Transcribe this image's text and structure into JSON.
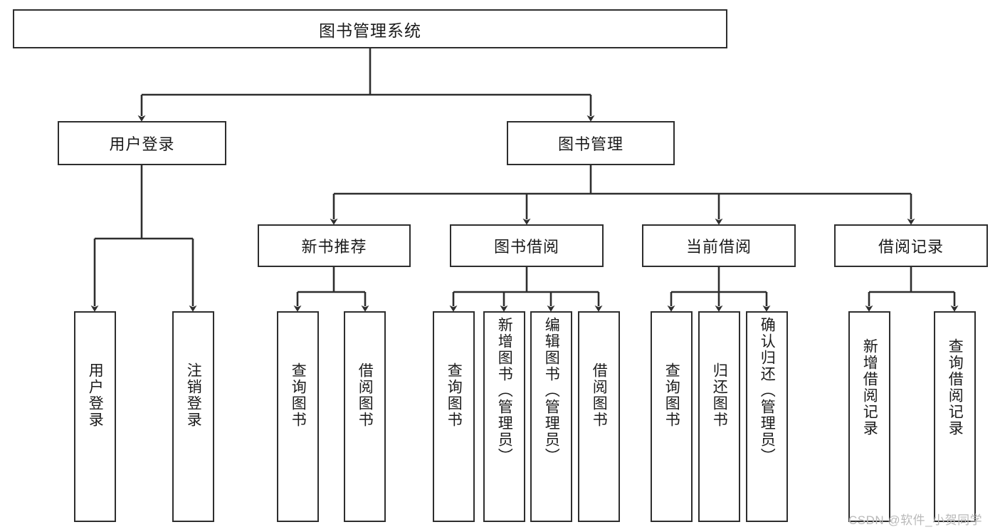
{
  "diagram": {
    "title": "图书管理系统",
    "type": "tree-hierarchy-chart",
    "root": {
      "id": "root",
      "label": "图书管理系统"
    },
    "level2": [
      {
        "id": "user-login",
        "label": "用户登录"
      },
      {
        "id": "book-management",
        "label": "图书管理"
      }
    ],
    "level3": [
      {
        "id": "new-book-recommend",
        "label": "新书推荐",
        "parent": "book-management"
      },
      {
        "id": "book-borrow",
        "label": "图书借阅",
        "parent": "book-management"
      },
      {
        "id": "current-borrow",
        "label": "当前借阅",
        "parent": "book-management"
      },
      {
        "id": "borrow-record",
        "label": "借阅记录",
        "parent": "book-management"
      }
    ],
    "leaves": [
      {
        "id": "leaf-user-login",
        "label": "用户登录",
        "parent": "user-login"
      },
      {
        "id": "leaf-logout-login",
        "label": "注销登录",
        "parent": "user-login"
      },
      {
        "id": "leaf-query-book-1",
        "label": "查询图书",
        "parent": "new-book-recommend"
      },
      {
        "id": "leaf-borrow-book-1",
        "label": "借阅图书",
        "parent": "new-book-recommend"
      },
      {
        "id": "leaf-query-book-2",
        "label": "查询图书",
        "parent": "book-borrow"
      },
      {
        "id": "leaf-add-book",
        "label": "新增图书（管理员）",
        "parent": "book-borrow"
      },
      {
        "id": "leaf-edit-book",
        "label": "编辑图书（管理员）",
        "parent": "book-borrow"
      },
      {
        "id": "leaf-borrow-book-2",
        "label": "借阅图书",
        "parent": "book-borrow"
      },
      {
        "id": "leaf-query-book-3",
        "label": "查询图书",
        "parent": "current-borrow"
      },
      {
        "id": "leaf-return-book",
        "label": "归还图书",
        "parent": "current-borrow"
      },
      {
        "id": "leaf-confirm-return",
        "label": "确认归还（管理员）",
        "parent": "current-borrow"
      },
      {
        "id": "leaf-add-record",
        "label": "新增借阅记录",
        "parent": "borrow-record"
      },
      {
        "id": "leaf-query-record",
        "label": "查询借阅记录",
        "parent": "borrow-record"
      }
    ],
    "watermark": "CSDN @软件_小贺同学",
    "colors": {
      "line": "#2e2e2e",
      "box_border": "#2e2e2e",
      "box_fill": "#ffffff",
      "text": "#1b1b1b",
      "watermark": "#b9b9b9",
      "background": "#ffffff"
    }
  }
}
